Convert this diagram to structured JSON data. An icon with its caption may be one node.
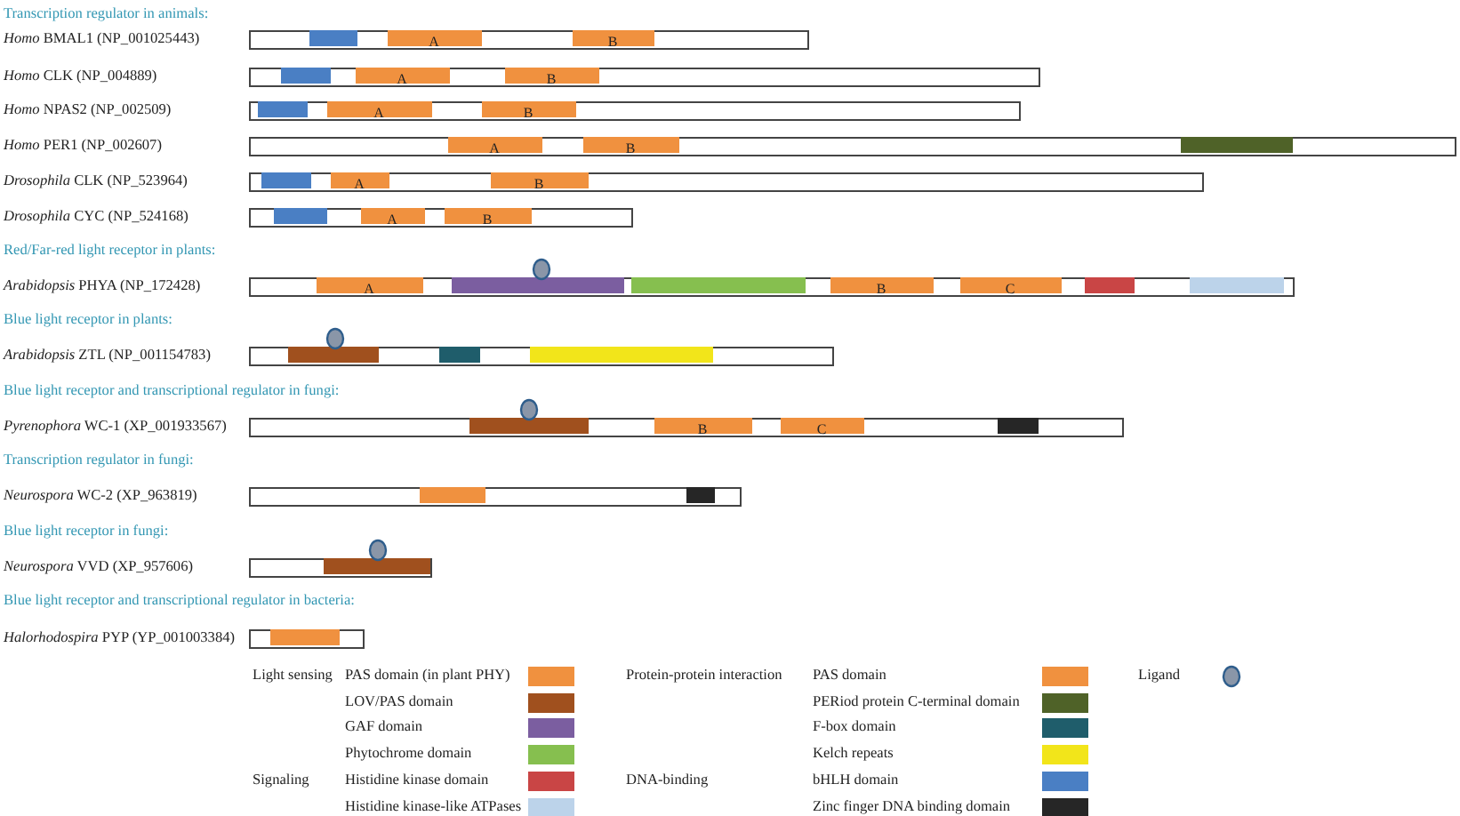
{
  "diagram": {
    "nodes": [
      {
        "text": [],
        "shape": "bar"
      },
      {
        "text": [],
        "shape": "box",
        "in": 0
      },
      {
        "text": [
          "A"
        ],
        "in": 0
      },
      {
        "text": [
          "B"
        ],
        "in": 0
      },
      {
        "text": [],
        "shape": "bar"
      },
      {
        "text": [],
        "shape": "box",
        "in": 4
      },
      {
        "text": [
          "A"
        ],
        "in": 4
      },
      {
        "text": [
          "B"
        ],
        "in": 4
      },
      {
        "text": [],
        "shape": "bar"
      },
      {
        "text": [],
        "shape": "box",
        "in": 8
      },
      {
        "text": [
          "A"
        ],
        "in": 8
      },
      {
        "text": [
          "B"
        ],
        "in": 8
      },
      {
        "text": [],
        "shape": "bar"
      },
      {
        "text": [
          "A"
        ],
        "in": 12
      },
      {
        "text": [
          "B"
        ],
        "in": 12
      },
      {
        "text": [],
        "shape": "box",
        "in": 12
      },
      {
        "text": [],
        "shape": "bar"
      },
      {
        "text": [],
        "shape": "box",
        "in": 16
      },
      {
        "text": [
          "A"
        ],
        "in": 16
      },
      {
        "text": [
          "B"
        ],
        "in": 16
      },
      {
        "text": [],
        "shape": "bar"
      },
      {
        "text": [],
        "shape": "box",
        "in": 20
      },
      {
        "text": [
          "A"
        ],
        "in": 20
      },
      {
        "text": [
          "B"
        ],
        "in": 20
      },
      {
        "text": [],
        "shape": "bar"
      },
      {
        "text": [
          "A"
        ],
        "in": 24
      },
      {
        "text": [],
        "shape": "box",
        "in": 24
      },
      {
        "text": [],
        "shape": "box",
        "in": 24
      },
      {
        "text": [
          "B"
        ],
        "in": 24
      },
      {
        "text": [
          "C"
        ],
        "in": 24
      },
      {
        "text": [],
        "shape": "box",
        "in": 24
      },
      {
        "text": [],
        "shape": "box",
        "in": 24
      },
      {
        "text": [],
        "shape": "bar"
      },
      {
        "text": [],
        "shape": "box",
        "in": 32
      },
      {
        "text": [],
        "shape": "box",
        "in": 32
      },
      {
        "text": [],
        "shape": "box",
        "in": 32
      },
      {
        "text": [],
        "shape": "bar"
      },
      {
        "text": [],
        "shape": "box",
        "in": 36
      },
      {
        "text": [
          "B"
        ],
        "in": 36
      },
      {
        "text": [
          "C"
        ],
        "in": 36
      },
      {
        "text": [],
        "shape": "box",
        "in": 36
      },
      {
        "text": [],
        "shape": "bar"
      },
      {
        "text": [],
        "shape": "box",
        "in": 41
      },
      {
        "text": [],
        "shape": "box",
        "in": 41
      },
      {
        "text": [],
        "shape": "bar"
      },
      {
        "text": [],
        "shape": "box",
        "in": 44
      },
      {
        "text": [],
        "shape": "bar"
      },
      {
        "text": [],
        "shape": "box",
        "in": 46
      }
    ],
    "labels": [
      "Transcription regulator in animals:",
      "*Homo* BMAL1 (NP_001025443)",
      "*Homo* CLK (NP_004889)",
      "*Homo* NPAS2 (NP_002509)",
      "*Homo* PER1 (NP_002607)",
      "*Drosophila* CLK (NP_523964)",
      "*Drosophila* CYC (NP_524168)",
      "Red/Far-red light receptor in plants:",
      "*Arabidopsis* PHYA (NP_172428)",
      "Blue light receptor in plants:",
      "*Arabidopsis* ZTL (NP_001154783)",
      "Blue light receptor and transcriptional regulator in fungi:",
      "*Pyrenophora* WC-1 (XP_001933567)",
      "Transcription regulator in fungi:",
      "*Neurospora* WC-2 (XP_963819)",
      "Blue light receptor in fungi:",
      "*Neurospora* VVD (XP_957606)",
      "Blue light receptor and transcriptional regulator in bacteria:",
      "*Halorhodospira* PYP (YP_001003384)",
      "Light sensing",
      "Signaling",
      "Protein-protein interaction",
      "DNA-binding"
    ],
    "legend": [
      {
        "text": "PAS domain (in plant PHY)",
        "color": "#f0913f"
      },
      {
        "text": "LOV/PAS domain",
        "color": "#a0501e"
      },
      {
        "text": "GAF domain",
        "color": "#7b5ea0"
      },
      {
        "text": "Phytochrome domain",
        "color": "#86bf4f"
      },
      {
        "text": "Histidine kinase domain",
        "color": "#c94545"
      },
      {
        "text": "Histidine kinase-like ATPases",
        "color": "#bcd3ea"
      },
      {
        "text": "PAS domain",
        "color": "#f0913f"
      },
      {
        "text": "PERiod protein C-terminal domain",
        "color": "#4f6228"
      },
      {
        "text": "F-box domain",
        "color": "#1f5d6b"
      },
      {
        "text": "Kelch repeats",
        "color": "#f2e51a"
      },
      {
        "text": "bHLH domain",
        "color": "#4a7fc4"
      },
      {
        "text": "Zinc finger DNA binding domain",
        "color": "#262626"
      },
      {
        "text": "Ligand"
      }
    ]
  }
}
